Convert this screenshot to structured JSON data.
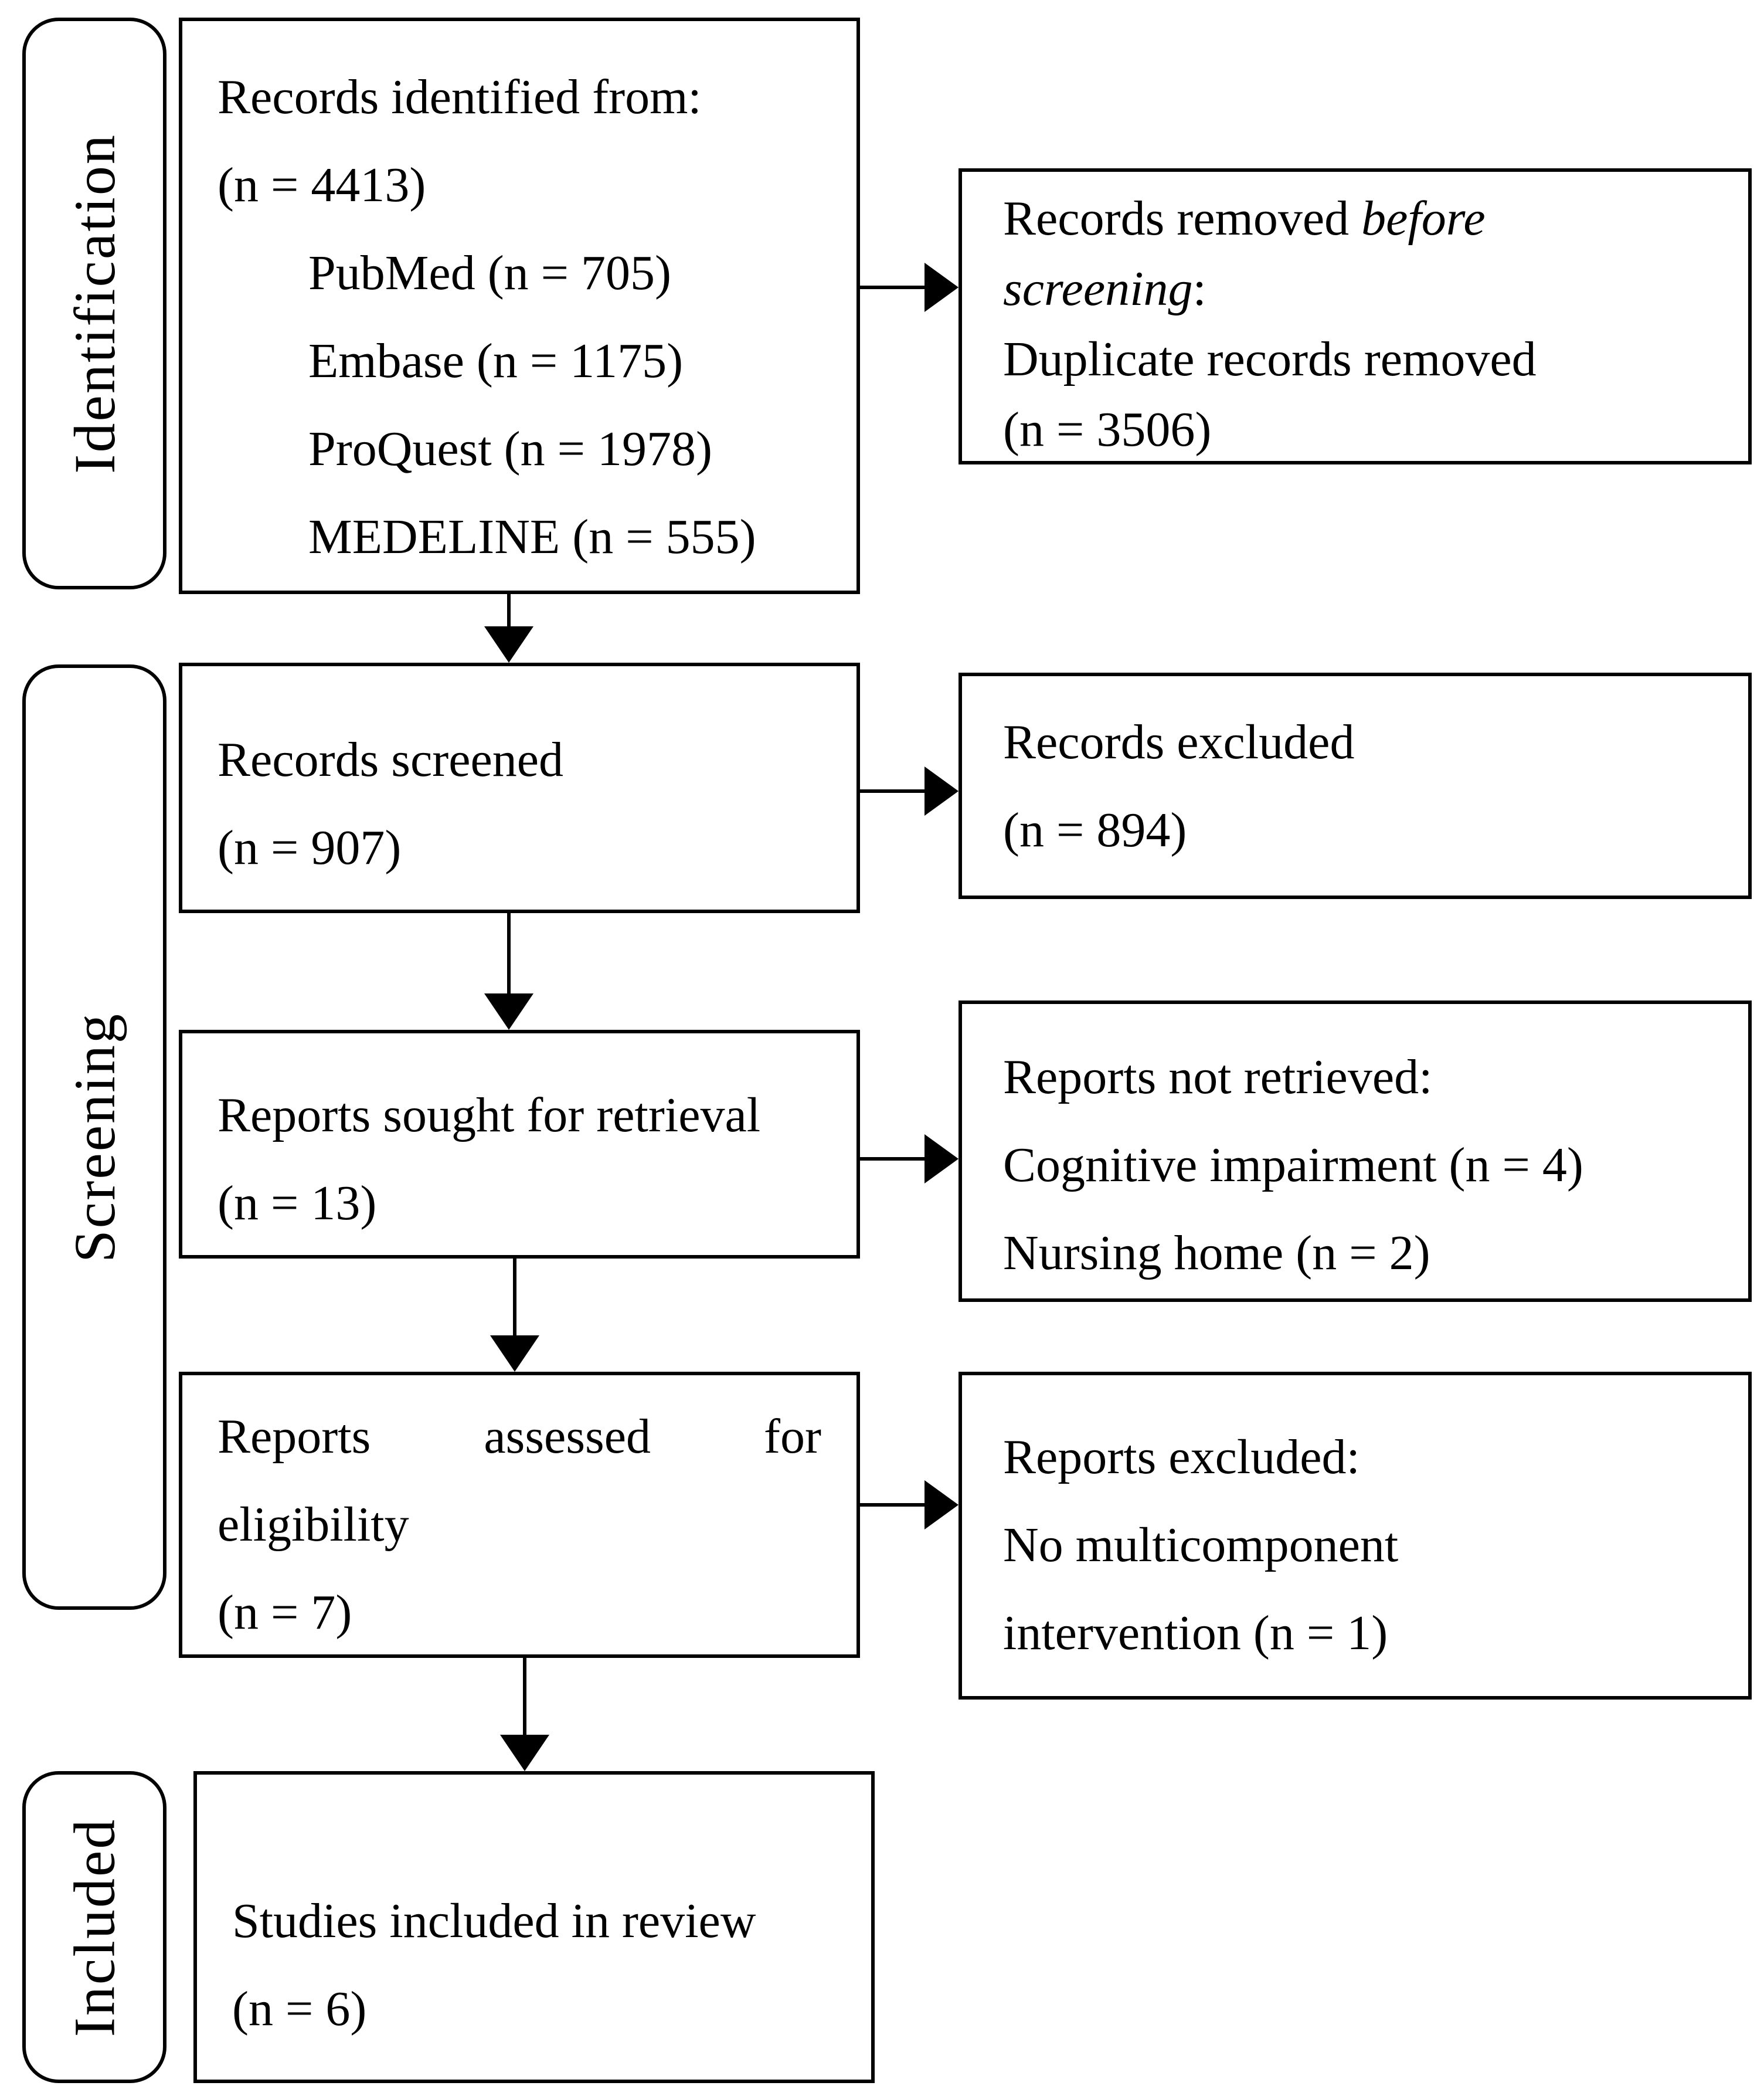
{
  "colors": {
    "line": "#000000",
    "background": "#ffffff",
    "text": "#000000"
  },
  "stages": {
    "identification": "Identification",
    "screening": "Screening",
    "included": "Included"
  },
  "boxes": {
    "identified": {
      "title": "Records identified from:",
      "count": "(n = 4413)",
      "sources": [
        "PubMed (n = 705)",
        "Embase (n = 1175)",
        "ProQuest (n = 1978)",
        "MEDELINE (n = 555)"
      ]
    },
    "removed_before_screening": {
      "lead": "Records removed ",
      "italic1": "before",
      "italic2": "screening",
      "colon": ":",
      "reason": "Duplicate records removed",
      "count": "(n = 3506)"
    },
    "screened": {
      "title": "Records screened",
      "count": "(n = 907)"
    },
    "records_excluded": {
      "title": "Records excluded",
      "count": "(n = 894)"
    },
    "sought": {
      "title": "Reports sought for retrieval",
      "count": "(n = 13)"
    },
    "not_retrieved": {
      "title": "Reports not retrieved:",
      "reasons": [
        "Cognitive impairment (n = 4)",
        "Nursing home (n = 2)"
      ]
    },
    "assessed": {
      "justified_words": [
        "Reports",
        "assessed",
        "for"
      ],
      "line2": "eligibility",
      "count": "(n = 7)"
    },
    "reports_excluded": {
      "title": "Reports excluded:",
      "reason_line1": "No multicomponent",
      "reason_line2": "intervention (n = 1)"
    },
    "included_box": {
      "title": "Studies included in review",
      "count": "(n = 6)"
    }
  }
}
